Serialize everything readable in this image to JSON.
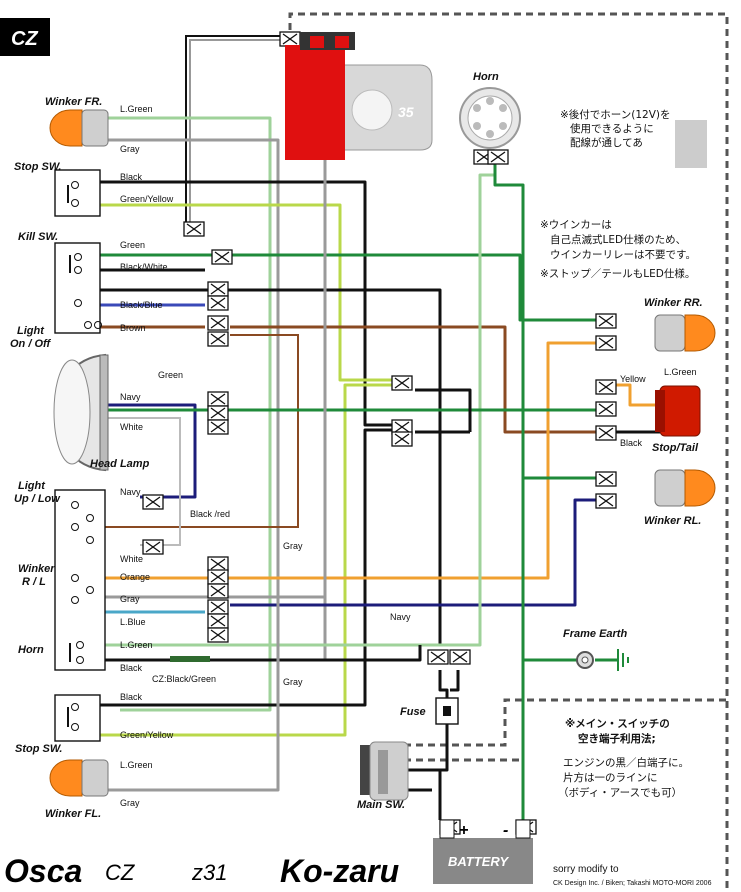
{
  "colors": {
    "black": "#111111",
    "gray": "#9a9a9a",
    "light_green": "#9fd29a",
    "green": "#1f8a3a",
    "green_yellow": "#b9d84a",
    "navy": "#1c1c7a",
    "blue": "#3a49b8",
    "light_blue": "#4aa7c8",
    "orange": "#f0a030",
    "brown": "#8a4a22",
    "red": "#e01010",
    "white": "#f4f4f4",
    "winker_amber": "#ff8a1e",
    "stop_red": "#d01a00"
  },
  "header": {
    "badge": "CZ"
  },
  "components": {
    "winker_fr": "Winker FR.",
    "stop_sw_top": "Stop SW.",
    "kill_sw": "Kill SW.",
    "light_onoff": "Light\nOn / Off",
    "head_lamp": "Head Lamp",
    "light_uplow": "Light\nUp / Low",
    "winker_rl_sw": "Winker\nR / L",
    "horn_sw": "Horn",
    "stop_sw_bottom": "Stop SW.",
    "winker_fl": "Winker FL.",
    "horn": "Horn",
    "winker_rr": "Winker RR.",
    "stop_tail": "Stop/Tail",
    "winker_rl": "Winker RL.",
    "frame_earth": "Frame Earth",
    "fuse": "Fuse",
    "main_sw": "Main SW.",
    "battery": "BATTERY",
    "battery_plus": "+",
    "battery_minus": "-",
    "meter_text": "35"
  },
  "wire_labels": {
    "l_green_1": "L.Green",
    "gray_1": "Gray",
    "black_1": "Black",
    "green_yellow_1": "Green/Yellow",
    "green_1": "Green",
    "black_white": "Black/White",
    "black_blue": "Black/Blue",
    "brown": "Brown",
    "green_hl": "Green",
    "navy_hl": "Navy",
    "white_hl": "White",
    "navy_lamp": "Navy",
    "black_red": "Black /red",
    "white_2": "White",
    "gray_2": "Gray",
    "orange": "Orange",
    "gray_3": "Gray",
    "l_blue": "L.Blue",
    "l_green_2": "L.Green",
    "black_2": "Black",
    "cz_black_green": "CZ:Black/Green",
    "gray_4": "Gray",
    "navy_2": "Navy",
    "black_3": "Black",
    "green_yellow_2": "Green/Yellow",
    "l_green_3": "L.Green",
    "gray_5": "Gray",
    "yellow_tail": "Yellow",
    "l_green_tail": "L.Green",
    "black_tail": "Black"
  },
  "notes": {
    "horn_note": [
      "※後付でホーン(12V)を",
      "使用できるように",
      "配線が通してあ"
    ],
    "led_note": [
      "※ウインカーは",
      "自己点滅式LED仕様のため、",
      "ウインカーリレーは不要です。",
      "※ストップ／テールもLED仕様。"
    ],
    "main_sw_note_title": [
      "※メイン・スイッチの",
      "空き端子利用法;"
    ],
    "main_sw_note_body": [
      "エンジンの黒／白端子に。",
      "片方は一のラインに",
      "（ボディ・アースでも可）"
    ]
  },
  "footer": {
    "brand1": "Osca",
    "brand2": "CZ",
    "brand3": "z31",
    "brand4": "Ko-zaru",
    "credit1": "sorry modify to",
    "credit2": "CK Design Inc. / Biken; Takashi MOTO-MORI 2006"
  }
}
